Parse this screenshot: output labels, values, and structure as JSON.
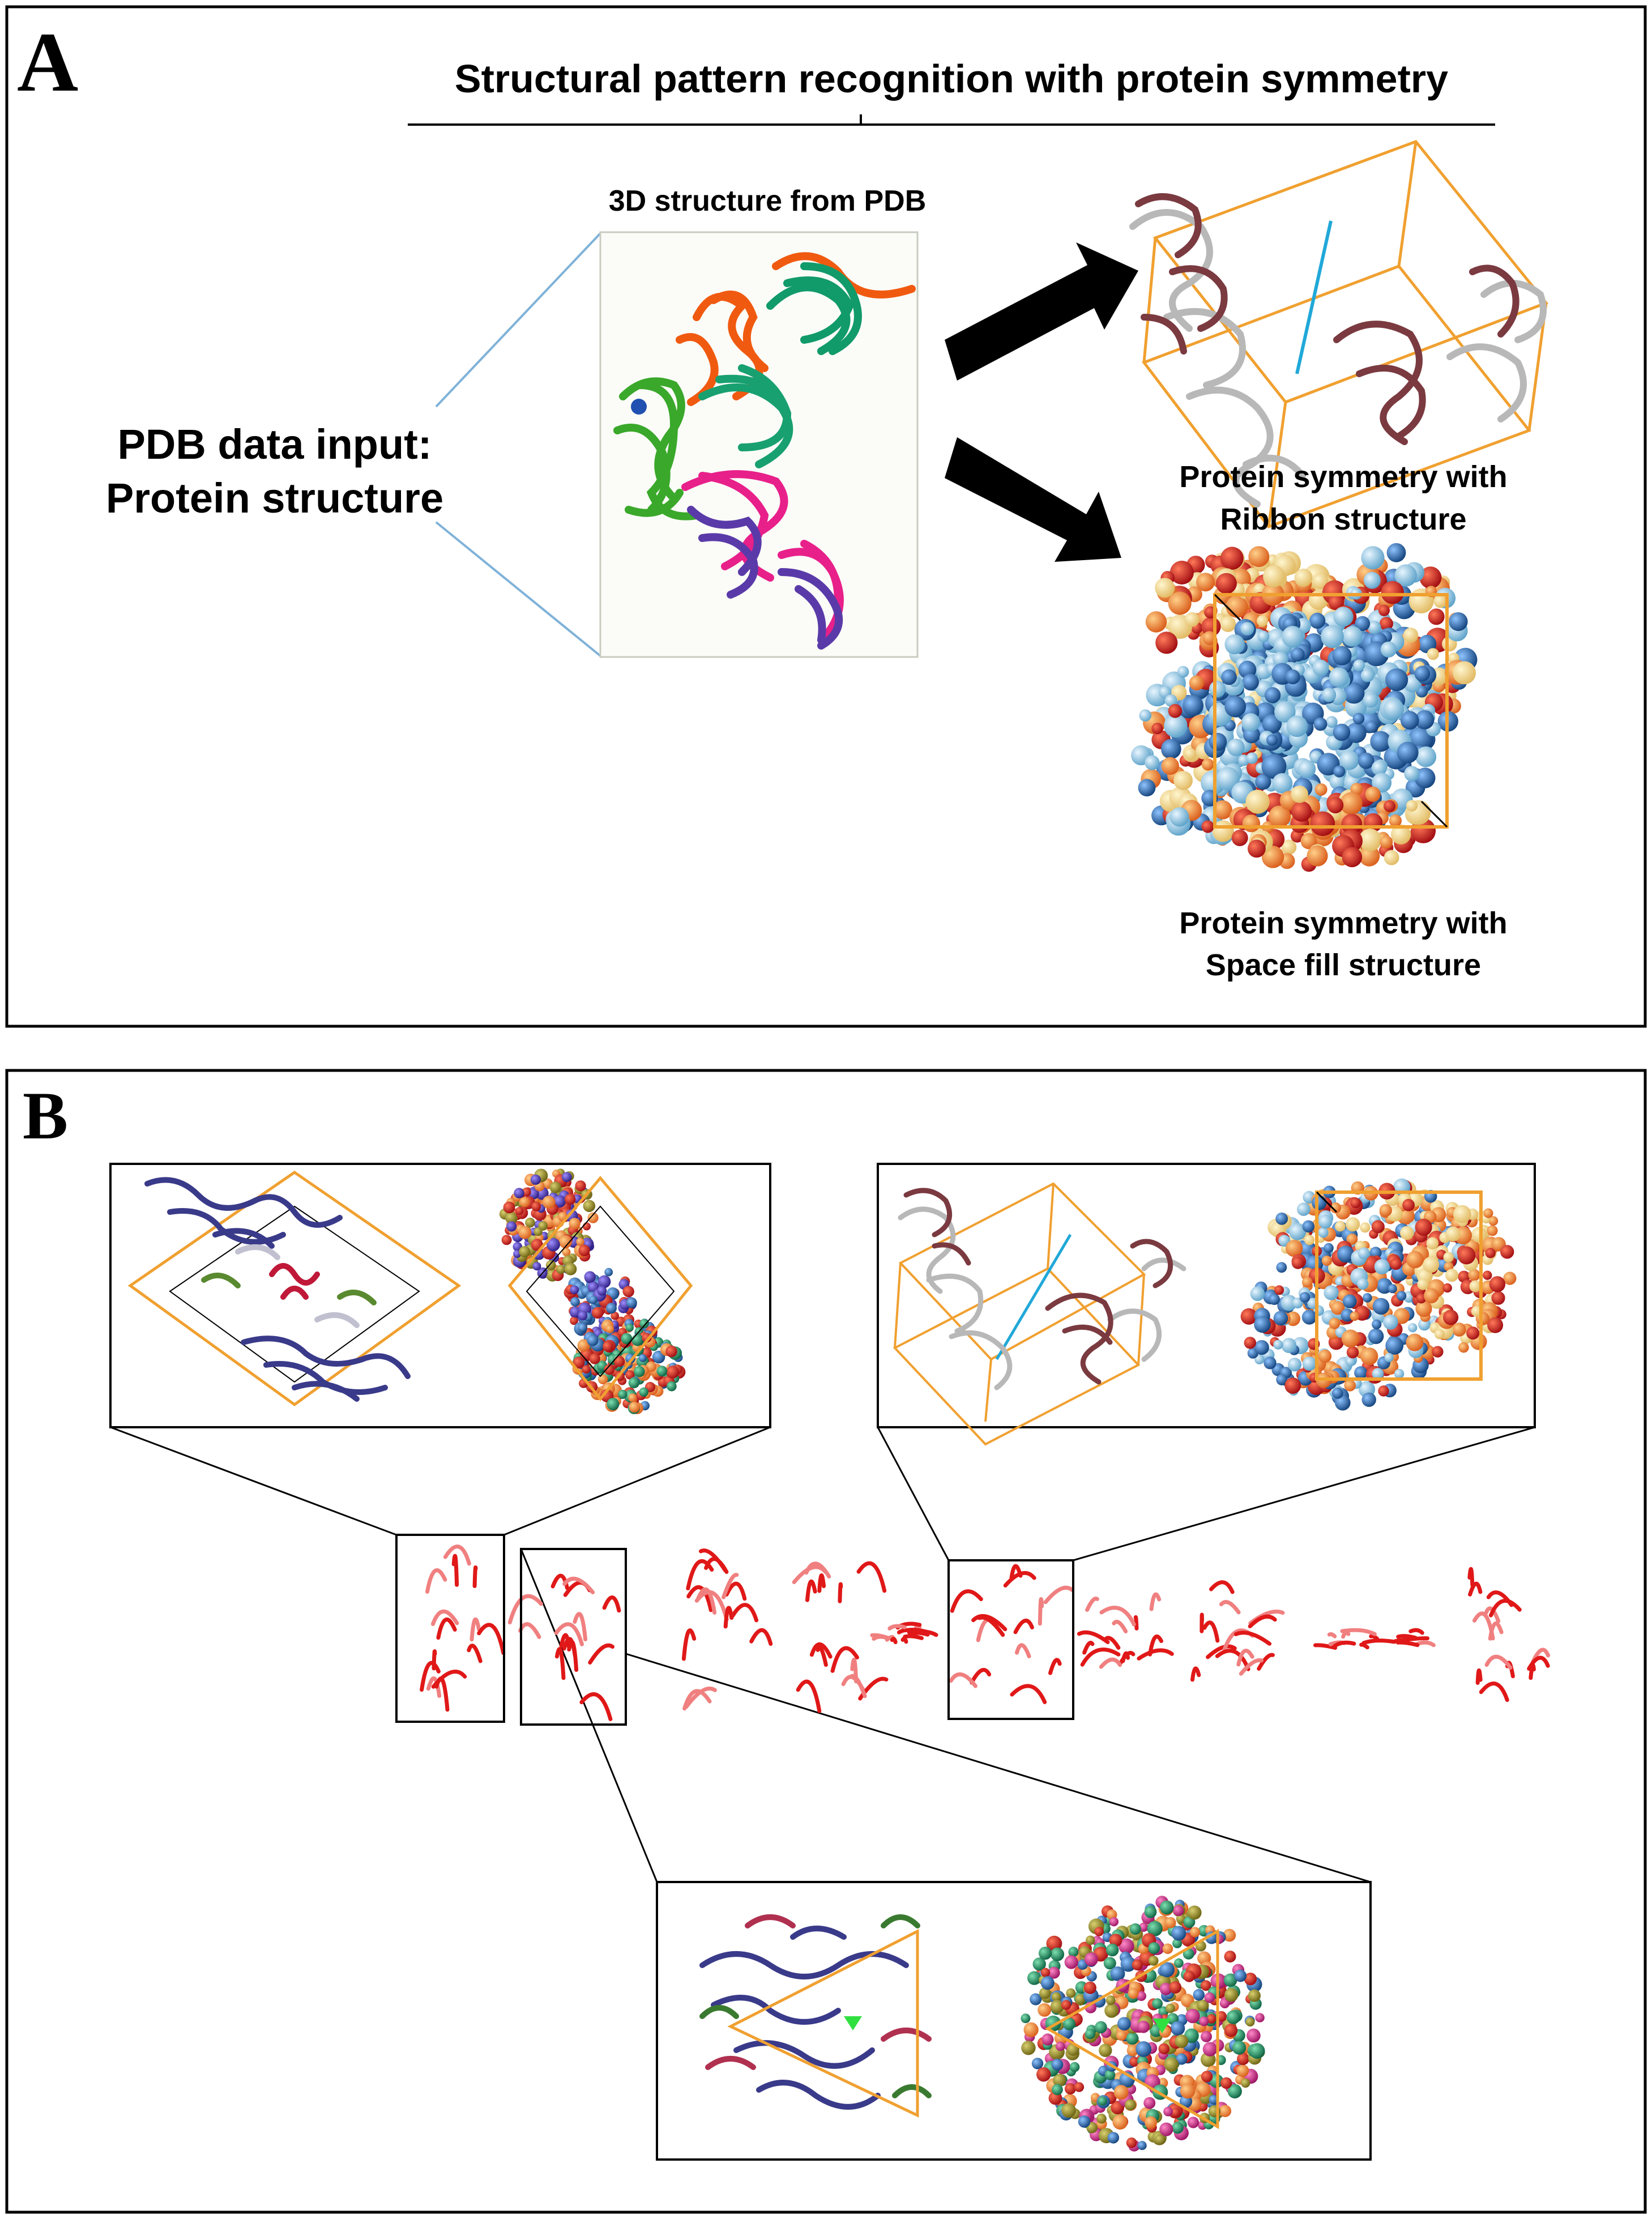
{
  "panel_a": {
    "letter": "A",
    "title": "Structural pattern recognition  with protein symmetry",
    "input_label_line1": "PDB data input:",
    "input_label_line2": "Protein structure",
    "pdb_caption": "3D structure from PDB",
    "ribbon_caption_line1": "Protein symmetry  with",
    "ribbon_caption_line2": "Ribbon structure",
    "spacefill_caption_line1": "Protein symmetry  with",
    "spacefill_caption_line2": "Space fill structure"
  },
  "panel_b": {
    "letter": "B"
  },
  "colors": {
    "border": "#000000",
    "callout_line": "#7fb2d8",
    "symmetry_box": "#f0a030",
    "symmetry_axis": "#20a8d8",
    "protein_red": "#e01818",
    "arrow": "#000000"
  }
}
